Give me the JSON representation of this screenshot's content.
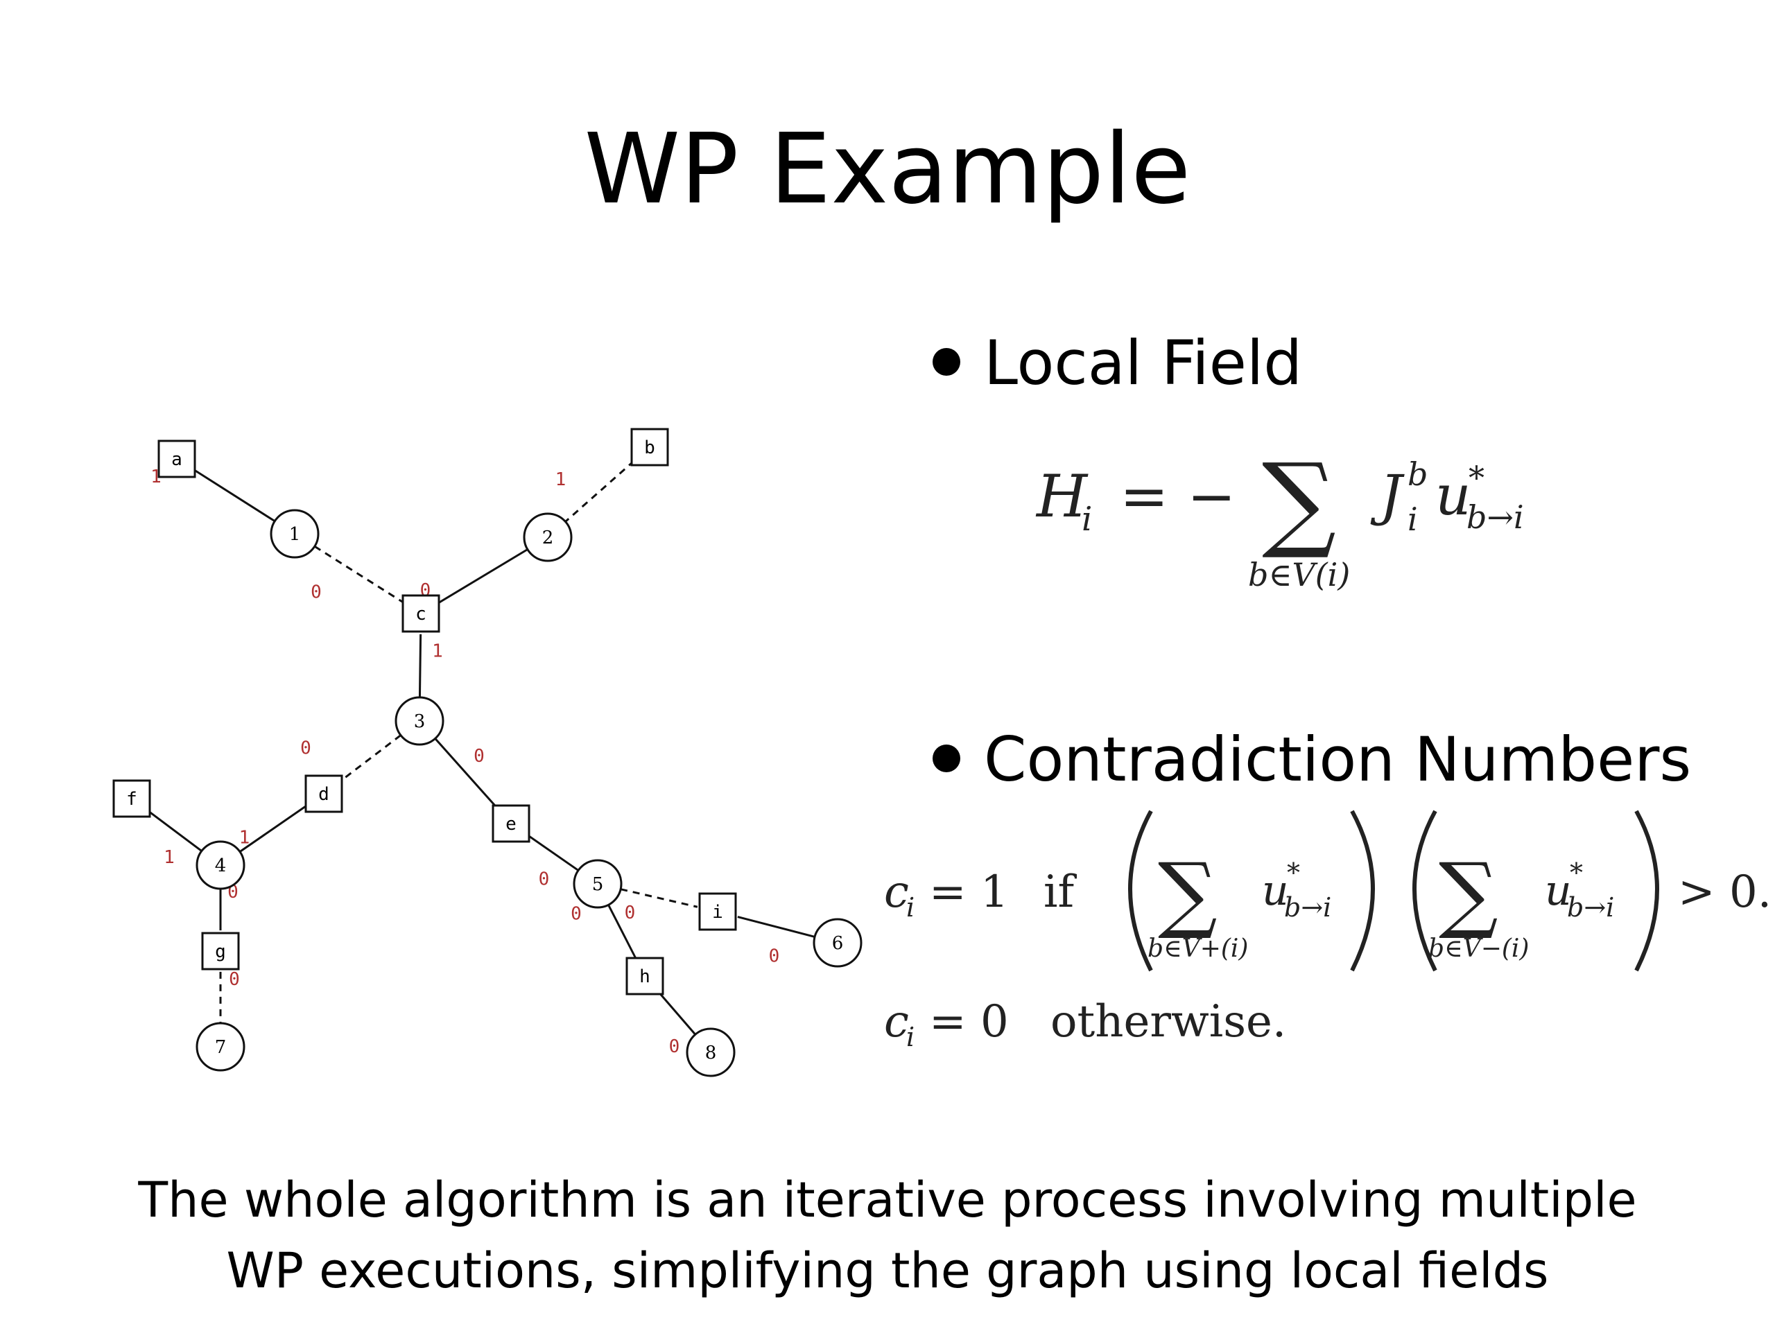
{
  "title": "WP Example",
  "bullets": [
    {
      "text": "Local Field"
    },
    {
      "text": "Contradiction Numbers"
    }
  ],
  "caption": {
    "line1": "The whole algorithm is an iterative process involving multiple",
    "line2": "WP executions, simplifying the graph using local fields"
  },
  "graph": {
    "variable_nodes": [
      {
        "label": "1"
      },
      {
        "label": "2"
      },
      {
        "label": "3"
      },
      {
        "label": "4"
      },
      {
        "label": "5"
      },
      {
        "label": "6"
      },
      {
        "label": "7"
      },
      {
        "label": "8"
      }
    ],
    "factor_nodes": [
      {
        "label": "a"
      },
      {
        "label": "b"
      },
      {
        "label": "c"
      },
      {
        "label": "d"
      },
      {
        "label": "e"
      },
      {
        "label": "f"
      },
      {
        "label": "g"
      },
      {
        "label": "h"
      },
      {
        "label": "i"
      }
    ],
    "edges": [
      {
        "from": "a",
        "to": "1",
        "style": "solid",
        "label": "1"
      },
      {
        "from": "b",
        "to": "2",
        "style": "dashed",
        "label": "1"
      },
      {
        "from": "1",
        "to": "c",
        "style": "dashed",
        "label": "0"
      },
      {
        "from": "2",
        "to": "c",
        "style": "solid",
        "label": "0"
      },
      {
        "from": "c",
        "to": "3",
        "style": "solid",
        "label": "1"
      },
      {
        "from": "3",
        "to": "d",
        "style": "dashed",
        "label": "0"
      },
      {
        "from": "3",
        "to": "e",
        "style": "solid",
        "label": "0"
      },
      {
        "from": "f",
        "to": "4",
        "style": "solid",
        "label": "1"
      },
      {
        "from": "d",
        "to": "4",
        "style": "solid",
        "label": "1"
      },
      {
        "from": "4",
        "to": "g",
        "style": "solid",
        "label": "0"
      },
      {
        "from": "g",
        "to": "7",
        "style": "dashed",
        "label": "0"
      },
      {
        "from": "e",
        "to": "5",
        "style": "solid",
        "label": "0"
      },
      {
        "from": "5",
        "to": "i",
        "style": "dashed",
        "label": "0"
      },
      {
        "from": "i",
        "to": "6",
        "style": "solid",
        "label": "0"
      },
      {
        "from": "5",
        "to": "h",
        "style": "solid",
        "label": "0"
      },
      {
        "from": "h",
        "to": "8",
        "style": "solid",
        "label": "0"
      }
    ],
    "edge_label_color": "#b03030"
  },
  "formulas": {
    "local_field": {
      "lhs": "H",
      "lhs_sub": "i",
      "equals": "= −",
      "sum": "∑",
      "sum_under": "b∈V(i)",
      "term_J": "J",
      "term_J_sup": "b",
      "term_J_sub": "i",
      "term_u": "u",
      "term_u_sup": "*",
      "term_u_sub": "b→i"
    },
    "contradiction": {
      "line1_lhs": "c",
      "line1_lhs_sub": "i",
      "line1_eq": "= 1",
      "line1_if": "if",
      "sum": "∑",
      "sum1_under": "b∈V+(i)",
      "sum2_under": "b∈V−(i)",
      "term_u": "u",
      "term_u_sup": "*",
      "term_u_sub": "b→i",
      "gt": "> 0.",
      "line2_lhs": "c",
      "line2_lhs_sub": "i",
      "line2_eq": "= 0",
      "line2_text": "otherwise."
    }
  }
}
